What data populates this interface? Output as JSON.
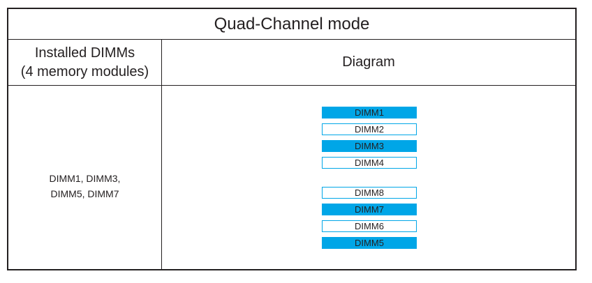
{
  "table": {
    "title": "Quad-Channel mode",
    "col1_header_line1": "Installed DIMMs",
    "col1_header_line2": "(4 memory modules)",
    "col2_header": "Diagram",
    "installed_line1": "DIMM1, DIMM3,",
    "installed_line2": "DIMM5, DIMM7"
  },
  "diagram": {
    "group_a": [
      {
        "label": "DIMM1",
        "installed": true
      },
      {
        "label": "DIMM2",
        "installed": false
      },
      {
        "label": "DIMM3",
        "installed": true
      },
      {
        "label": "DIMM4",
        "installed": false
      }
    ],
    "group_b": [
      {
        "label": "DIMM8",
        "installed": false
      },
      {
        "label": "DIMM7",
        "installed": true
      },
      {
        "label": "DIMM6",
        "installed": false
      },
      {
        "label": "DIMM5",
        "installed": true
      }
    ]
  },
  "colors": {
    "installed_slot": "#00a6e7",
    "empty_slot_border": "#00a6e7",
    "border": "#231f20"
  }
}
